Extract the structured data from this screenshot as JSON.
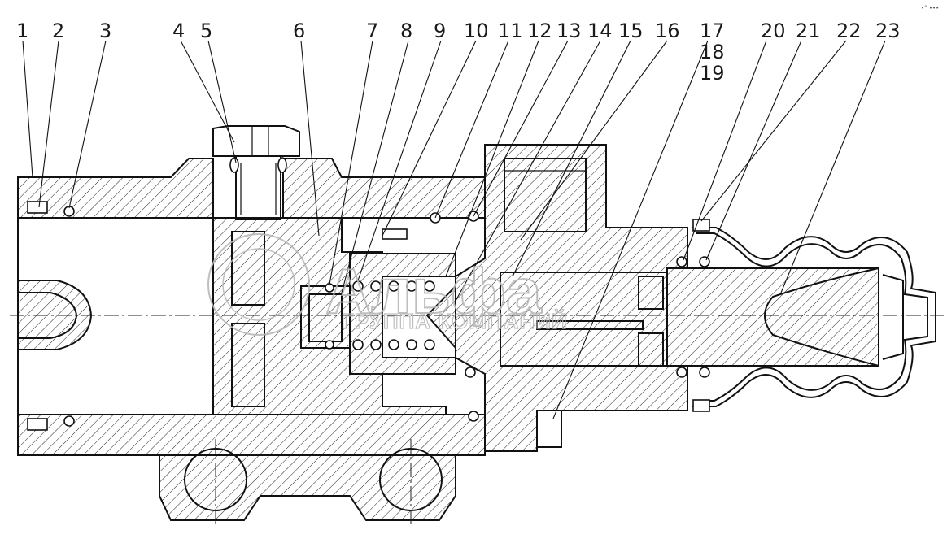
{
  "callouts": [
    "1",
    "2",
    "3",
    "4",
    "5",
    "6",
    "7",
    "8",
    "9",
    "10",
    "11",
    "12",
    "13",
    "14",
    "15",
    "16",
    "17",
    "18",
    "19",
    "20",
    "21",
    "22",
    "23"
  ],
  "watermark": {
    "logo": "Альфа",
    "caption": "ГРУППА КОМПАНИЙ"
  },
  "corner_mark": "•° ••• ",
  "colors": {
    "line": "#111111",
    "background": "#ffffff",
    "watermark": "#b9b9b9"
  },
  "icons": [
    "hatch-pattern",
    "compression-spring",
    "o-ring-seal"
  ]
}
